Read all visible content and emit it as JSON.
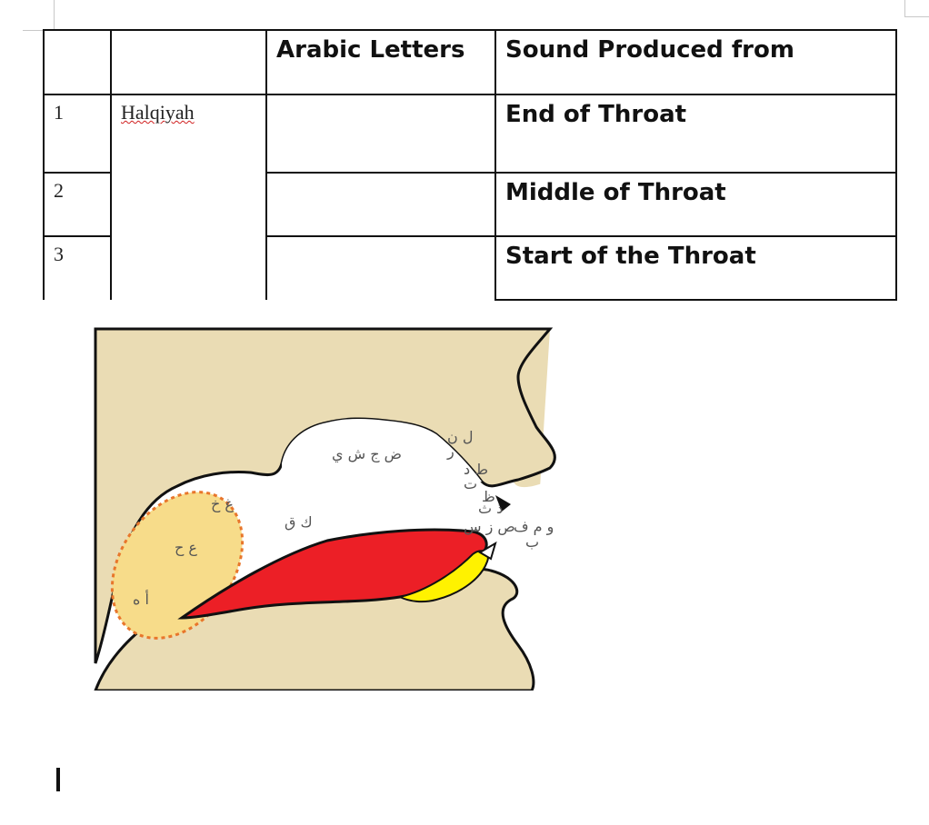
{
  "table": {
    "headers": [
      "",
      "",
      "Arabic Letters",
      "Sound Produced from"
    ],
    "category": "Halqiyah",
    "rows": [
      {
        "num": "1",
        "arabic": "",
        "source": "End of Throat"
      },
      {
        "num": "2",
        "arabic": "",
        "source": "Middle of Throat"
      },
      {
        "num": "3",
        "arabic": "",
        "source": "Start of the Throat"
      }
    ]
  },
  "diagram": {
    "labels": {
      "throat_top": "غ خ",
      "throat_mid": "ع ح",
      "throat_low": "أ ه",
      "palate": "ض ج ش ي",
      "back_tongue": "ك ق",
      "ridge_a": "ل ن",
      "ridge_b": "ر",
      "teeth_a": "ط د",
      "teeth_b": "ت",
      "teeth_c": "ظ",
      "teeth_d": "ذ ث",
      "tip": "ص ز س",
      "lips_a": "و م ف",
      "lips_b": "ب"
    },
    "colors": {
      "skin": "#eadcb4",
      "tongue": "#ec1f26",
      "tongue_tip": "#fff200",
      "throat_zone": "#f7dc8a",
      "zone_border": "#e8762b"
    }
  }
}
